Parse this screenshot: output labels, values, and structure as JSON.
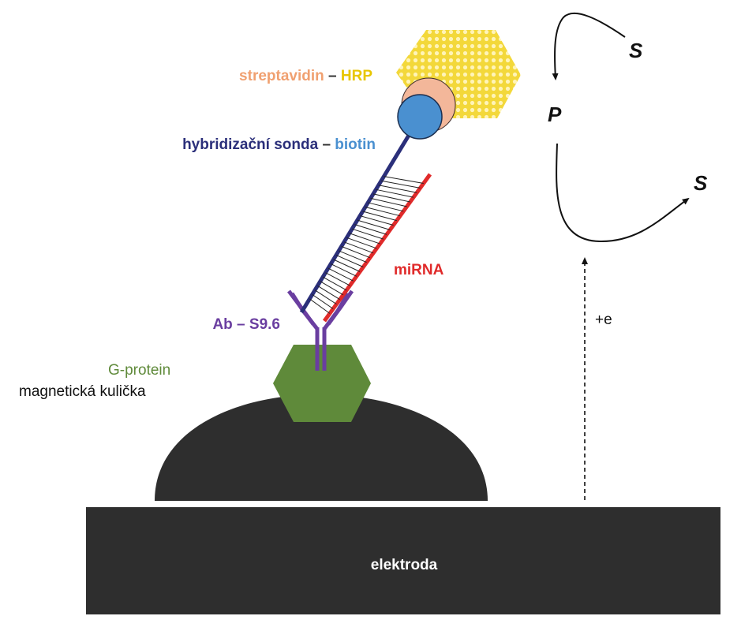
{
  "labels": {
    "streptavidin": "streptavidin",
    "dash1": " – ",
    "hrp": "HRP",
    "hybridization_probe": "hybridizační sonda",
    "dash2": " – ",
    "biotin": "biotin",
    "mirna": "miRNA",
    "antibody": "Ab – S9.6",
    "g_protein": "G-protein",
    "magnetic_bead": "magnetická kulička",
    "electrode": "elektroda",
    "electron": "+e",
    "substrate_top": "S",
    "product": "P",
    "substrate_right": "S"
  },
  "colors": {
    "streptavidin": "#f0a070",
    "hrp": "#e8c600",
    "hrp_fill": "#f5de3c",
    "probe": "#2b2f7a",
    "biotin": "#4a90d0",
    "mirna": "#e02a2a",
    "antibody": "#6a3ea0",
    "g_protein": "#5f8a3a",
    "dark": "#2e2e2e",
    "black": "#111111"
  }
}
